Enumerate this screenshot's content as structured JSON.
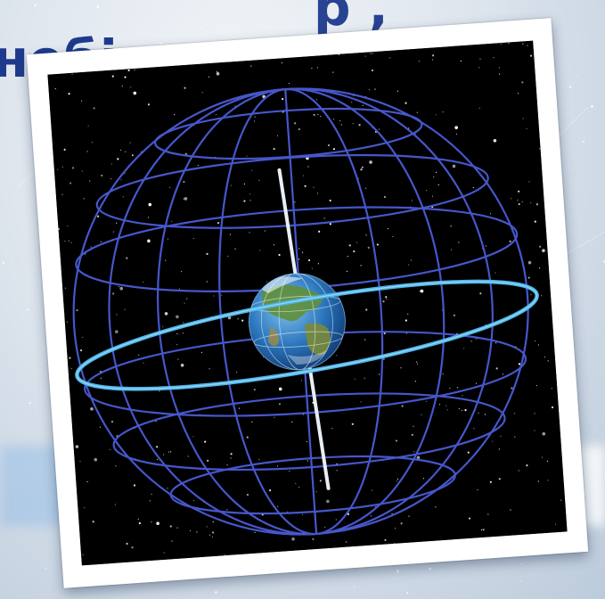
{
  "heading": {
    "line1_text": "p ,",
    "line2_text": "небі сп      ач"
  },
  "image": {
    "subject": "celestial-sphere-with-earth",
    "colors": {
      "grid": "#4a5cd6",
      "equator": "#4fb6e8",
      "axis": "#e8eef4",
      "sky": "#000000",
      "heading": "#1e3a8c"
    }
  }
}
